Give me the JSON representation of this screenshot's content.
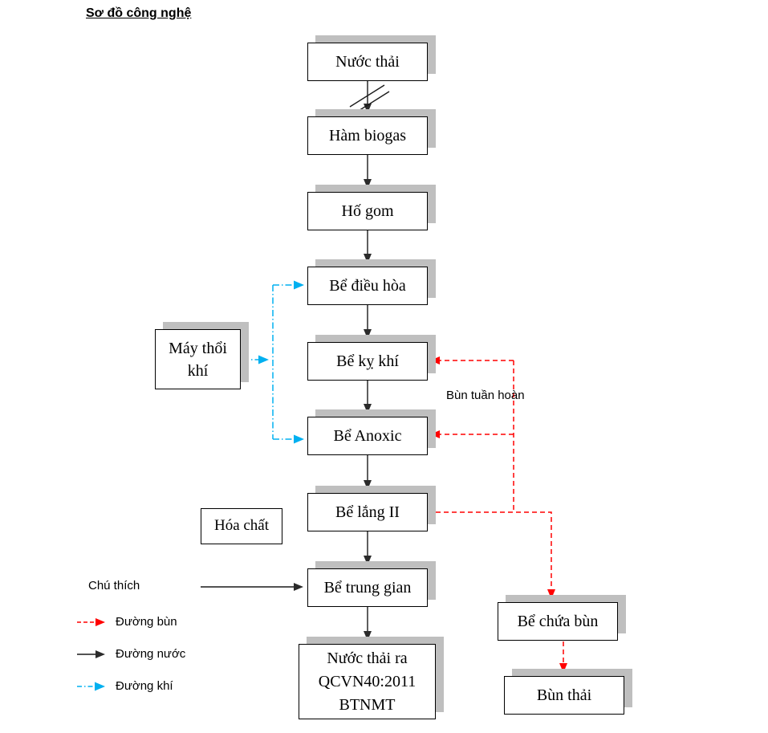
{
  "title": "Sơ đồ công nghệ",
  "nodes": {
    "nuoc_thai": "Nước thải",
    "ham_biogas": "Hàm biogas",
    "ho_gom": "Hố gom",
    "be_dieu_hoa": "Bể điều hòa",
    "be_ky_khi": "Bể kỵ khí",
    "be_anoxic": "Bể Anoxic",
    "be_lang_ii": "Bể lắng II",
    "be_trung_gian": "Bể trung gian",
    "nuoc_thai_ra": "Nước thải ra QCVN40:2011 BTNMT",
    "may_thoi_khi": "Máy thổi khí",
    "hoa_chat": "Hóa chất",
    "be_chua_bun": "Bể chứa bùn",
    "bun_thai": "Bùn thải"
  },
  "annotations": {
    "bun_tuan_hoan": "Bùn tuần hoàn"
  },
  "legend": {
    "title": "Chú thích",
    "items": [
      {
        "label": "Đường bùn",
        "line_style": "red-dashed",
        "color": "#ff0000"
      },
      {
        "label": "Đường nước",
        "line_style": "black-solid",
        "color": "#1a1a1a"
      },
      {
        "label": "Đường khí",
        "line_style": "blue-dash-dot",
        "color": "#00b0f0"
      }
    ]
  },
  "colors": {
    "sludge_line": "#ff0000",
    "water_line": "#1a1a1a",
    "air_line": "#00b0f0",
    "box_shadow": "#bfbfbf"
  }
}
